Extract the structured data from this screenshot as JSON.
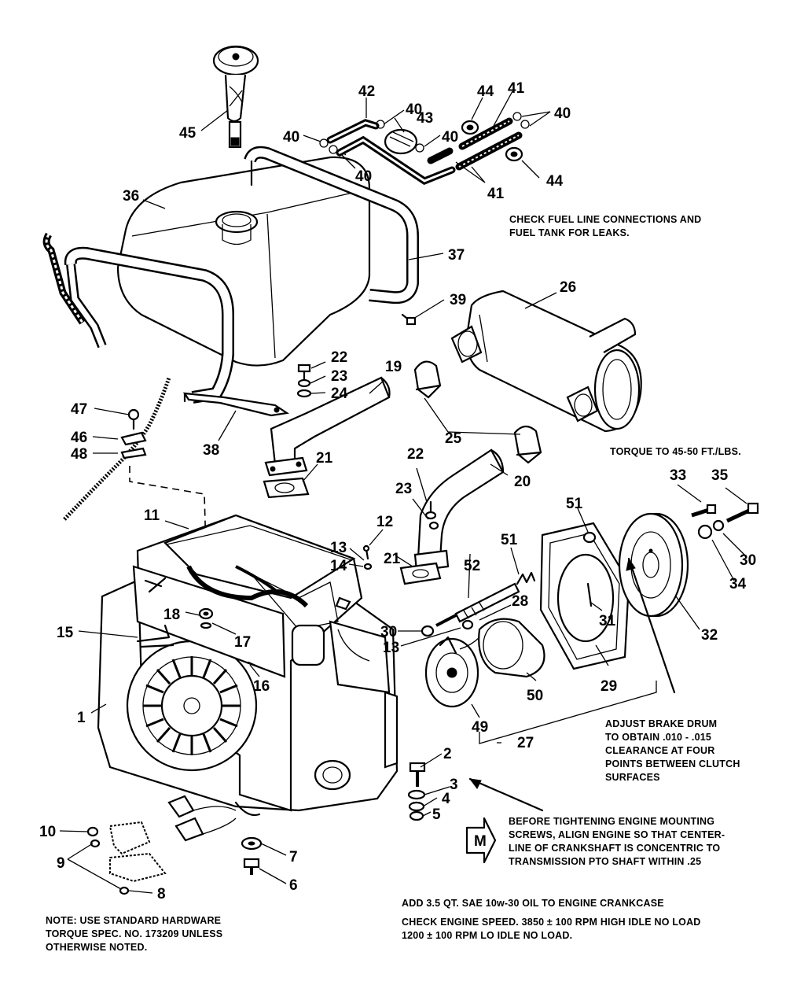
{
  "notes": {
    "check_fuel": [
      "CHECK FUEL LINE CONNECTIONS AND",
      "FUEL TANK FOR LEAKS."
    ],
    "torque": "TORQUE TO 45-50 FT./LBS.",
    "adjust_brake": [
      "ADJUST BRAKE DRUM",
      "TO OBTAIN .010 - .015",
      "CLEARANCE AT FOUR",
      "POINTS BETWEEN CLUTCH",
      "SURFACES"
    ],
    "before_tightening": [
      "BEFORE TIGHTENING ENGINE MOUNTING",
      "SCREWS, ALIGN ENGINE SO THAT CENTER-",
      "LINE OF CRANKSHAFT IS CONCENTRIC TO",
      "TRANSMISSION PTO SHAFT WITHIN .25"
    ],
    "add_oil": "ADD 3.5 QT.  SAE 10w-30 OIL TO ENGINE CRANKCASE",
    "check_speed": [
      "CHECK ENGINE SPEED.  3850 ± 100 RPM HIGH IDLE  NO LOAD",
      "1200 ± 100 RPM  LO IDLE  NO LOAD."
    ],
    "standard_hardware": [
      "NOTE: USE STANDARD HARDWARE",
      "TORQUE SPEC. NO. 173209 UNLESS",
      "OTHERWISE NOTED."
    ],
    "m_symbol": "M"
  },
  "part_numbers": [
    "45",
    "42",
    "40",
    "43",
    "40",
    "44",
    "41",
    "40",
    "40",
    "40",
    "44",
    "41",
    "36",
    "37",
    "39",
    "26",
    "22",
    "23",
    "24",
    "19",
    "47",
    "46",
    "48",
    "38",
    "21",
    "25",
    "22",
    "23",
    "20",
    "33",
    "35",
    "30",
    "34",
    "32",
    "11",
    "12",
    "13",
    "14",
    "21",
    "51",
    "52",
    "51",
    "28",
    "30",
    "13",
    "31",
    "29",
    "18",
    "17",
    "15",
    "16",
    "1",
    "50",
    "49",
    "27",
    "2",
    "3",
    "4",
    "5",
    "10",
    "9",
    "8",
    "7",
    "6"
  ]
}
